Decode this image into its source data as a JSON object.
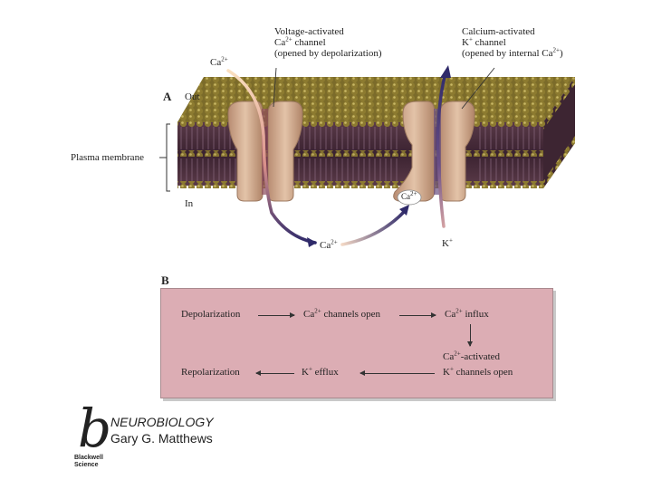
{
  "panel_a": {
    "letter": "A",
    "out_label": "Out",
    "in_label": "In",
    "membrane_label": "Plasma membrane",
    "ca_top": {
      "base": "Ca",
      "sup": "2+"
    },
    "ca_bottom": {
      "base": "Ca",
      "sup": "2+"
    },
    "ca_bound": {
      "base": "Ca",
      "sup": "2+"
    },
    "k_label": {
      "base": "K",
      "sup": "+"
    },
    "voltage_channel": {
      "line1": "Voltage-activated",
      "line2_base": "Ca",
      "line2_sup": "2+",
      "line2_rest": " channel",
      "line3": "(opened by depolarization)"
    },
    "calcium_channel": {
      "line1": "Calcium-activated",
      "line2_base": "K",
      "line2_sup": "+",
      "line2_rest": " channel",
      "line3_pre": "(opened by internal Ca",
      "line3_sup": "2+",
      "line3_post": ")"
    },
    "colors": {
      "membrane_head": "#8a7a32",
      "membrane_dark": "#4a2a3a",
      "channel": "#c9a48a",
      "arrow_in": "#f4c79a",
      "arrow_out": "#2f2a6a"
    }
  },
  "panel_b": {
    "letter": "B",
    "depolarization": "Depolarization",
    "channels_open": {
      "pre": "Ca",
      "sup": "2+",
      "post": " channels open"
    },
    "influx": {
      "pre": "Ca",
      "sup": "2+",
      "post": " influx"
    },
    "ca_activated": {
      "pre": "Ca",
      "sup": "2+",
      "post": "-activated"
    },
    "k_channels_open": {
      "pre": "K",
      "sup": "+",
      "post": " channels open"
    },
    "k_efflux": {
      "pre": "K",
      "sup": "+",
      "post": " efflux"
    },
    "repolarization": "Repolarization",
    "background": "#dcadb4"
  },
  "footer": {
    "logo_letter": "b",
    "publisher_line1": "Blackwell",
    "publisher_line2": "Science",
    "book_title": "NEUROBIOLOGY",
    "author": "Gary G. Matthews"
  }
}
